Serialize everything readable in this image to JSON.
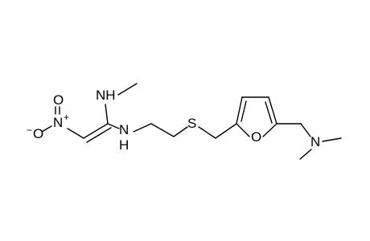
{
  "molecule": {
    "atoms": {
      "nitro_n": "N",
      "nitro_o_top": "O",
      "nitro_o_left": "O",
      "nitro_plus": "+",
      "nitro_minus": "−",
      "nh_methyl": "NH",
      "nh_chain": "N",
      "nh_chain_h": "H",
      "thioether_s": "S",
      "furan_o": "O",
      "amine_n": "N"
    }
  }
}
